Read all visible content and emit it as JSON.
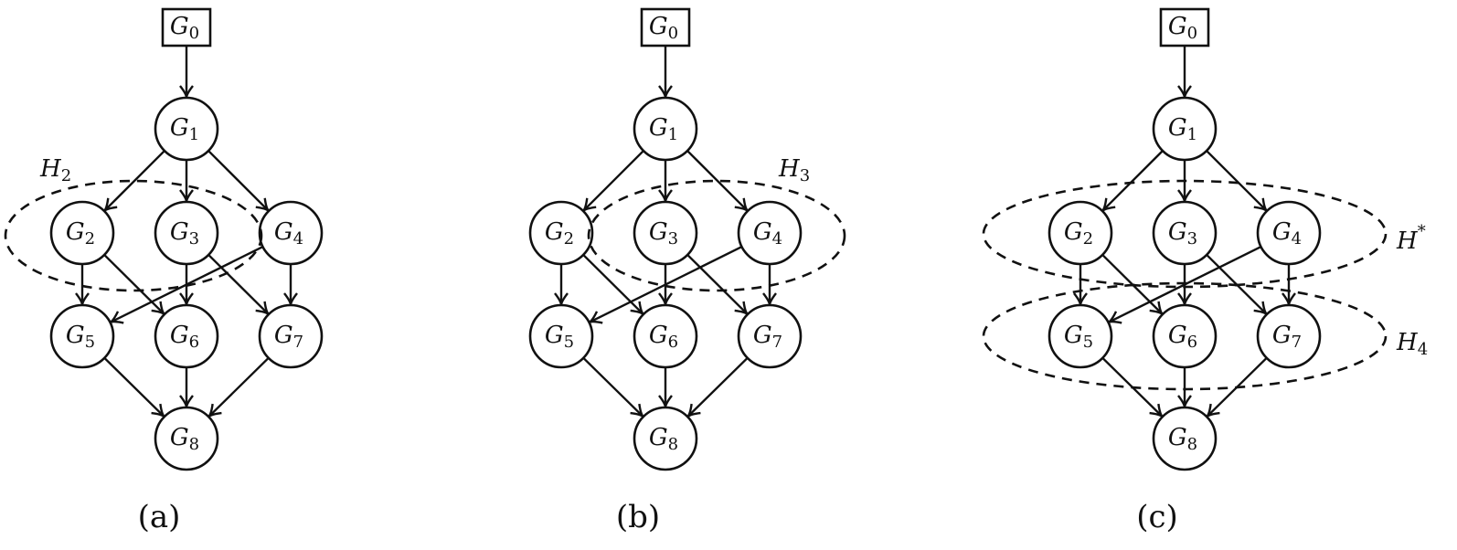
{
  "panels": [
    {
      "caption": "(a)",
      "groups": [
        {
          "label": "H",
          "sub": "2",
          "sup": "",
          "members": [
            2,
            3
          ]
        }
      ]
    },
    {
      "caption": "(b)",
      "groups": [
        {
          "label": "H",
          "sub": "3",
          "sup": "",
          "members": [
            3,
            4
          ]
        }
      ]
    },
    {
      "caption": "(c)",
      "groups": [
        {
          "label": "H",
          "sub": "",
          "sup": "*",
          "members": [
            2,
            3,
            4
          ]
        },
        {
          "label": "H",
          "sub": "4",
          "sup": "",
          "members": [
            5,
            6,
            7
          ]
        }
      ]
    }
  ],
  "nodes": [
    {
      "id": 0,
      "label": "G",
      "sub": "0",
      "shape": "box"
    },
    {
      "id": 1,
      "label": "G",
      "sub": "1",
      "shape": "circle"
    },
    {
      "id": 2,
      "label": "G",
      "sub": "2",
      "shape": "circle"
    },
    {
      "id": 3,
      "label": "G",
      "sub": "3",
      "shape": "circle"
    },
    {
      "id": 4,
      "label": "G",
      "sub": "4",
      "shape": "circle"
    },
    {
      "id": 5,
      "label": "G",
      "sub": "5",
      "shape": "circle"
    },
    {
      "id": 6,
      "label": "G",
      "sub": "6",
      "shape": "circle"
    },
    {
      "id": 7,
      "label": "G",
      "sub": "7",
      "shape": "circle"
    },
    {
      "id": 8,
      "label": "G",
      "sub": "8",
      "shape": "circle"
    }
  ],
  "edges": [
    [
      0,
      1
    ],
    [
      1,
      2
    ],
    [
      1,
      3
    ],
    [
      1,
      4
    ],
    [
      2,
      5
    ],
    [
      2,
      6
    ],
    [
      3,
      6
    ],
    [
      3,
      7
    ],
    [
      4,
      5
    ],
    [
      4,
      7
    ],
    [
      5,
      8
    ],
    [
      6,
      8
    ],
    [
      7,
      8
    ]
  ]
}
